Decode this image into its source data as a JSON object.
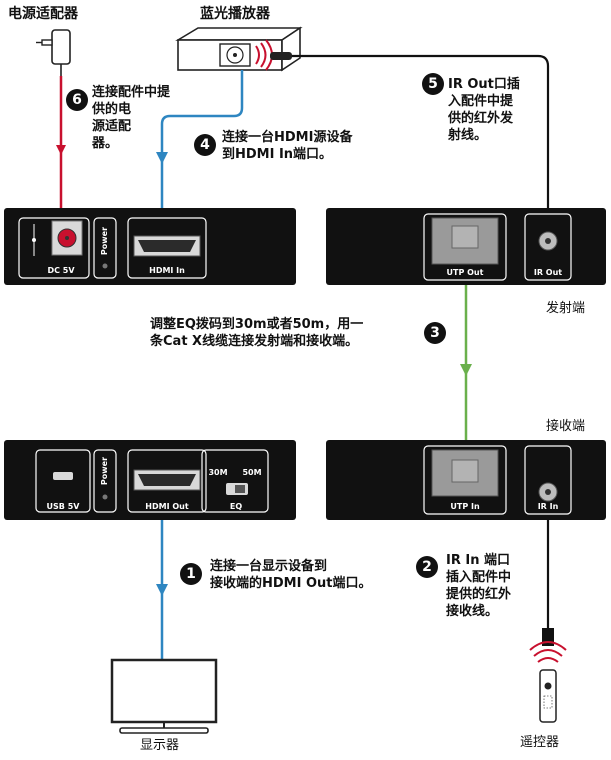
{
  "devices": {
    "power_adapter": "电源适配器",
    "bluray_player": "蓝光播放器",
    "display": "显示器",
    "remote": "遥控器",
    "transmitter": "发射端",
    "receiver": "接收端"
  },
  "steps": [
    {
      "num": "1",
      "lines": [
        "连接一台显示设备到",
        "接收端的HDMI Out端口。"
      ]
    },
    {
      "num": "2",
      "lines": [
        "IR In 端口",
        "插入配件中",
        "提供的红外",
        "接收线。"
      ]
    },
    {
      "num": "3",
      "lines": [
        "调整EQ拨码到30m或者50m，用一",
        "条Cat X线缆连接发射端和接收端。"
      ]
    },
    {
      "num": "4",
      "lines": [
        "连接一台HDMI源设备",
        "到HDMI In端口。"
      ]
    },
    {
      "num": "5",
      "lines": [
        "IR Out口插",
        "入配件中提",
        "供的红外发",
        "射线。"
      ]
    },
    {
      "num": "6",
      "lines": [
        "连接配件中提",
        "供的电",
        "源适配",
        "器。"
      ]
    }
  ],
  "ports": {
    "dc": "DC 5V",
    "power": "Power",
    "hdmi_in": "HDMI In",
    "utp_out": "UTP Out",
    "ir_out": "IR Out",
    "usb": "USB 5V",
    "hdmi_out": "HDMI Out",
    "eq": "EQ",
    "eq_30": "30M",
    "eq_50": "50M",
    "utp_in": "UTP In",
    "ir_in": "IR In"
  },
  "colors": {
    "power_cable": "#c8102e",
    "hdmi_cable": "#2e86c1",
    "cat_cable": "#6ab04c",
    "ir_cable": "#111111",
    "panel": "#111111"
  }
}
